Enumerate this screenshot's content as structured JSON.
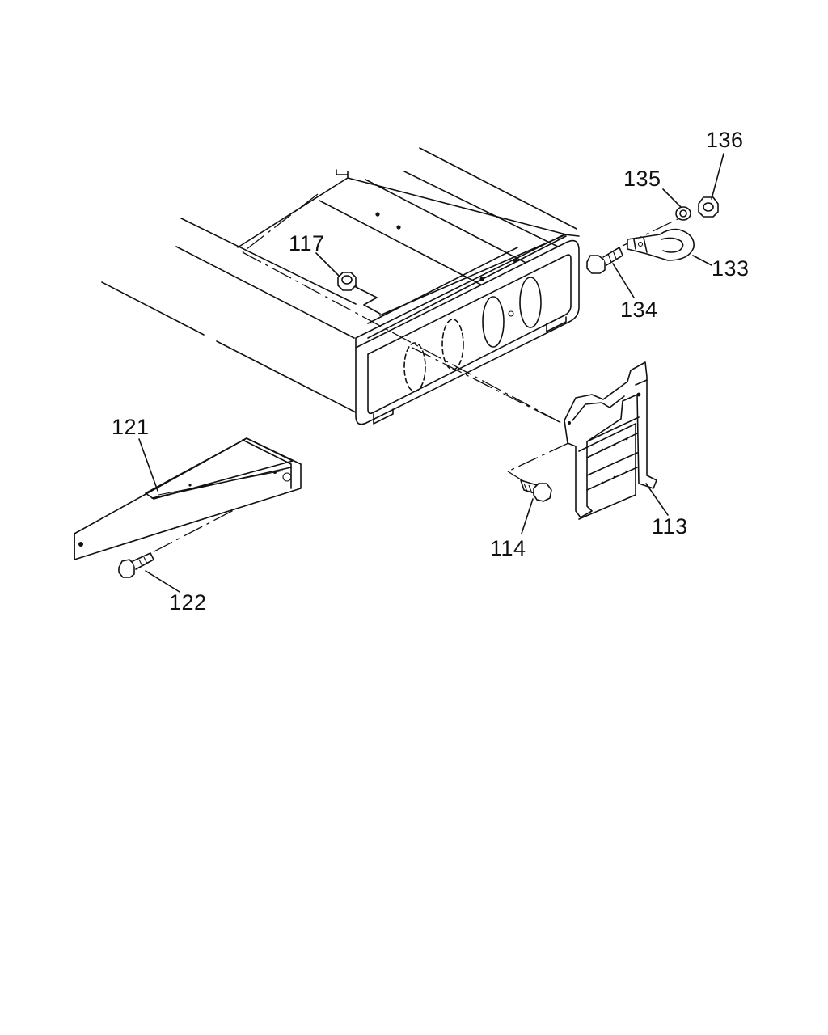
{
  "labels": {
    "p113": "113",
    "p114": "114",
    "p117": "117",
    "p121": "121",
    "p122": "122",
    "p133": "133",
    "p134": "134",
    "p135": "135",
    "p136": "136"
  }
}
